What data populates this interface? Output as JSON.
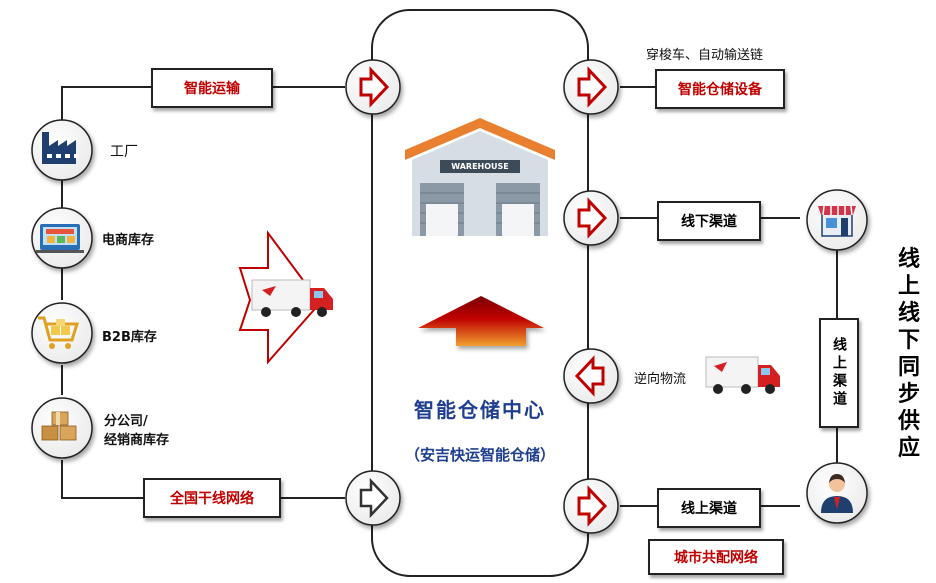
{
  "center": {
    "title": "智能仓储中心",
    "subtitle": "（安吉快运智能仓储）",
    "warehouse_sign": "WAREHOUSE"
  },
  "left": {
    "transport_label": "智能运输",
    "network_label": "全国干线网络",
    "nodes": [
      {
        "label": "工厂",
        "icon": "factory-icon"
      },
      {
        "label": "电商库存",
        "icon": "ecommerce-icon"
      },
      {
        "label": "B2B库存",
        "icon": "cart-icon"
      },
      {
        "label": "分公司/",
        "label2": "经销商库存",
        "icon": "boxes-icon"
      }
    ]
  },
  "right": {
    "equipment_caption": "穿梭车、自动输送链",
    "equipment_label": "智能仓储设备",
    "offline_label": "线下渠道",
    "reverse_label": "逆向物流",
    "online_label": "线上渠道",
    "city_label": "城市共配网络",
    "channel_label": "线上渠道",
    "sync_label": "线上线下 同步供应"
  },
  "colors": {
    "accent_red": "#c00000",
    "line": "#222222",
    "roof": "#e88030",
    "truck_red": "#d42020",
    "icon_blue": "#1f3f6e"
  }
}
